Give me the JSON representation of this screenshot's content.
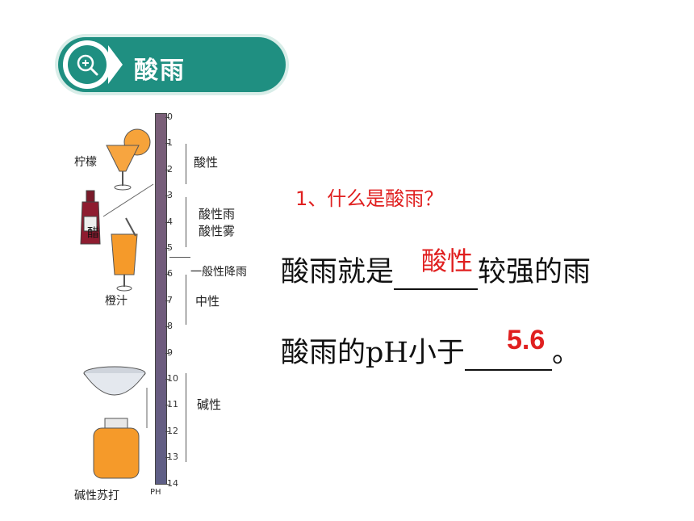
{
  "header": {
    "title": "酸雨",
    "icon": "zoom-in-icon"
  },
  "scale": {
    "ticks": [
      "0",
      "1",
      "2",
      "3",
      "4",
      "5",
      "6",
      "7",
      "8",
      "9",
      "10",
      "11",
      "12",
      "13",
      "14"
    ],
    "unit": "PH",
    "ranges": {
      "acidic": "酸性",
      "acid_rain": "酸性雨",
      "acid_fog": "酸性雾",
      "normal_rain": "一般性降雨",
      "neutral": "中性",
      "basic": "碱性"
    },
    "items": {
      "lemon": "柠檬",
      "vinegar": "醋",
      "orange_juice": "橙汁",
      "baking_soda": "碱性苏打"
    }
  },
  "content": {
    "question": "1、什么是酸雨？",
    "line1_before": "酸雨就是",
    "line1_answer": "酸性",
    "line1_after": "较强的雨",
    "line2_before": "酸雨的pH小于",
    "line2_answer": "5.6",
    "line2_after": "。"
  },
  "colors": {
    "header": "#1f8f81",
    "answer": "#e02020"
  }
}
